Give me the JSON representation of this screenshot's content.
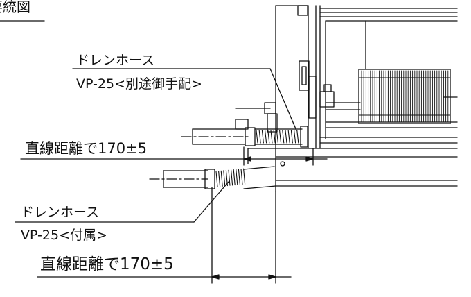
{
  "figure": {
    "title_fragment": "要統図",
    "upper_hose": {
      "name": "ドレンホース",
      "spec": "VP-25<別途御手配>"
    },
    "upper_dimension": "直線距離で170±5",
    "lower_hose": {
      "name": "ドレンホース",
      "spec": "VP-25<付属>"
    },
    "lower_dimension": "直線距離で170±5"
  }
}
